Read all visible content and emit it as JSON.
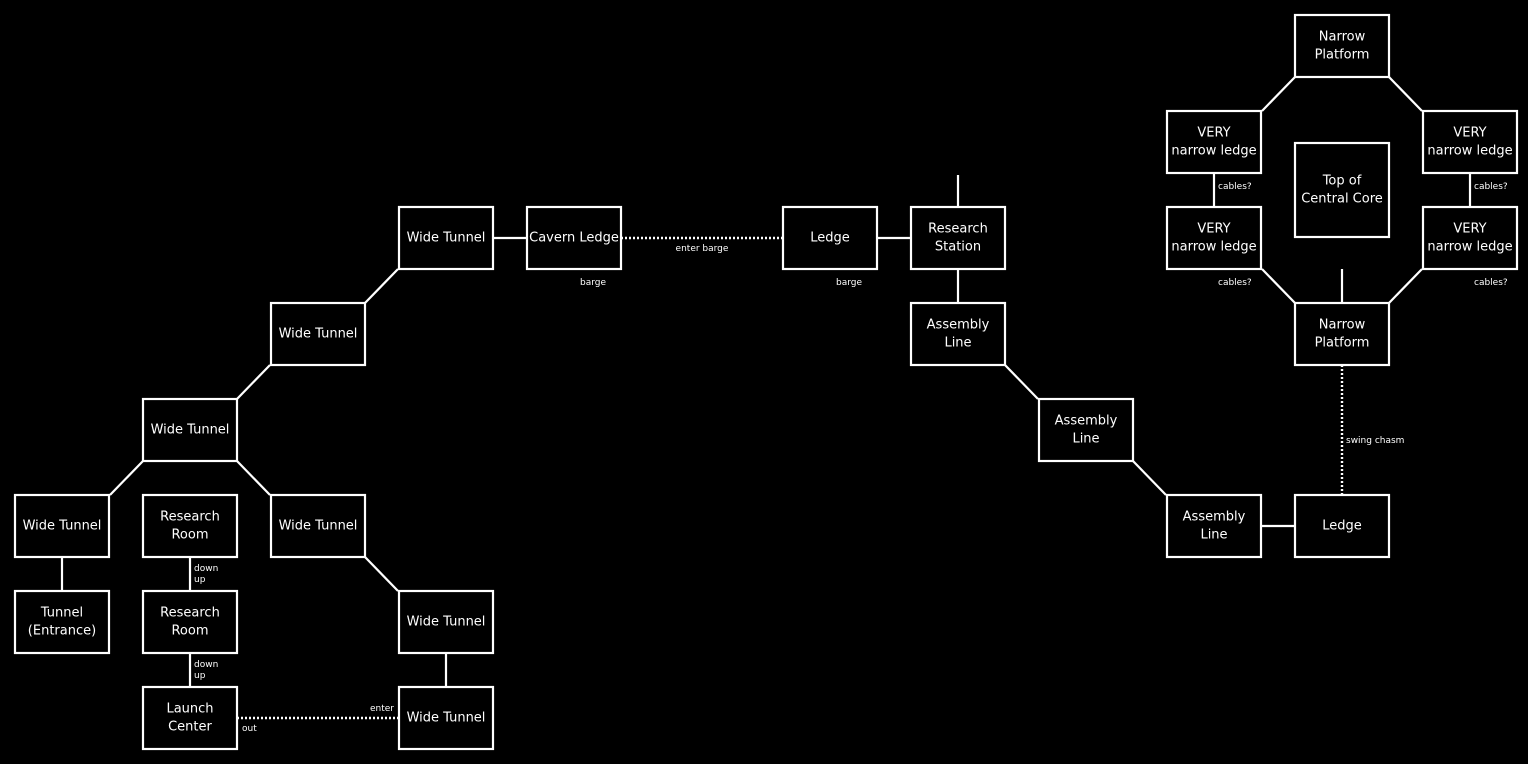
{
  "map": {
    "rooms": {
      "tunnel_entrance": {
        "lines": [
          "Tunnel",
          "(Entrance)"
        ]
      },
      "wide_tunnel_w": {
        "lines": [
          "Wide Tunnel"
        ]
      },
      "research_room_a": {
        "lines": [
          "Research",
          "Room"
        ]
      },
      "research_room_b": {
        "lines": [
          "Research",
          "Room"
        ]
      },
      "launch_center": {
        "lines": [
          "Launch",
          "Center"
        ]
      },
      "wide_tunnel_hub": {
        "lines": [
          "Wide Tunnel"
        ]
      },
      "wide_tunnel_s1": {
        "lines": [
          "Wide Tunnel"
        ]
      },
      "wide_tunnel_s2": {
        "lines": [
          "Wide Tunnel"
        ]
      },
      "wide_tunnel_s3": {
        "lines": [
          "Wide Tunnel"
        ]
      },
      "wide_tunnel_n1": {
        "lines": [
          "Wide Tunnel"
        ]
      },
      "wide_tunnel_n2": {
        "lines": [
          "Wide Tunnel"
        ]
      },
      "cavern_ledge": {
        "lines": [
          "Cavern Ledge"
        ]
      },
      "ledge_mid": {
        "lines": [
          "Ledge"
        ]
      },
      "research_station": {
        "lines": [
          "Research",
          "Station"
        ]
      },
      "assembly_line_1": {
        "lines": [
          "Assembly",
          "Line"
        ]
      },
      "assembly_line_2": {
        "lines": [
          "Assembly",
          "Line"
        ]
      },
      "assembly_line_3": {
        "lines": [
          "Assembly",
          "Line"
        ]
      },
      "ledge_east": {
        "lines": [
          "Ledge"
        ]
      },
      "narrow_platform_bottom": {
        "lines": [
          "Narrow",
          "Platform"
        ]
      },
      "narrow_platform_top": {
        "lines": [
          "Narrow",
          "Platform"
        ]
      },
      "very_narrow_ledge_nw": {
        "lines": [
          "VERY",
          "narrow ledge"
        ]
      },
      "very_narrow_ledge_sw": {
        "lines": [
          "VERY",
          "narrow ledge"
        ]
      },
      "very_narrow_ledge_ne": {
        "lines": [
          "VERY",
          "narrow ledge"
        ]
      },
      "very_narrow_ledge_se": {
        "lines": [
          "VERY",
          "narrow ledge"
        ]
      },
      "central_core": {
        "lines": [
          "Top of",
          "Central Core"
        ]
      }
    },
    "link_labels": {
      "down_up_1": [
        "down",
        "up"
      ],
      "down_up_2": [
        "down",
        "up"
      ],
      "enter": "enter",
      "out": "out",
      "enter_barge": "enter barge",
      "barge_cavern": "barge",
      "barge_ledge": "barge",
      "swing_chasm": "swing chasm",
      "cables_nw": "cables?",
      "cables_ne": "cables?",
      "cables_sw": "cables?",
      "cables_se": "cables?"
    }
  }
}
